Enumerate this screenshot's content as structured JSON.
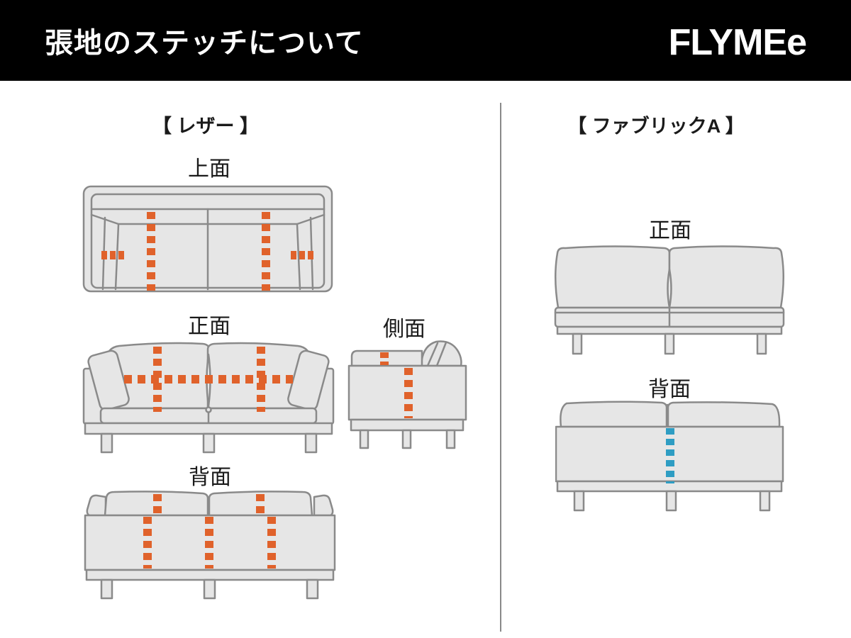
{
  "header": {
    "title": "張地のステッチについて",
    "logo": "FLYMEe"
  },
  "sections": {
    "leather": {
      "title": "【 レザー 】",
      "views": {
        "top": "上面",
        "front": "正面",
        "side": "側面",
        "back": "背面"
      },
      "stitch_style": "orange dashed lines marking leather stitch seams"
    },
    "fabric_a": {
      "title": "【 ファブリックA 】",
      "views": {
        "front": "正面",
        "back": "背面"
      },
      "stitch_style": "blue dashed line marking fabric A stitch seam on back center"
    }
  },
  "colors": {
    "header_bg": "#000000",
    "stitch_leather": "#e0622b",
    "stitch_fabric": "#2e9dc3",
    "sofa_fill": "#e6e6e6",
    "sofa_line": "#8a8a8a"
  }
}
